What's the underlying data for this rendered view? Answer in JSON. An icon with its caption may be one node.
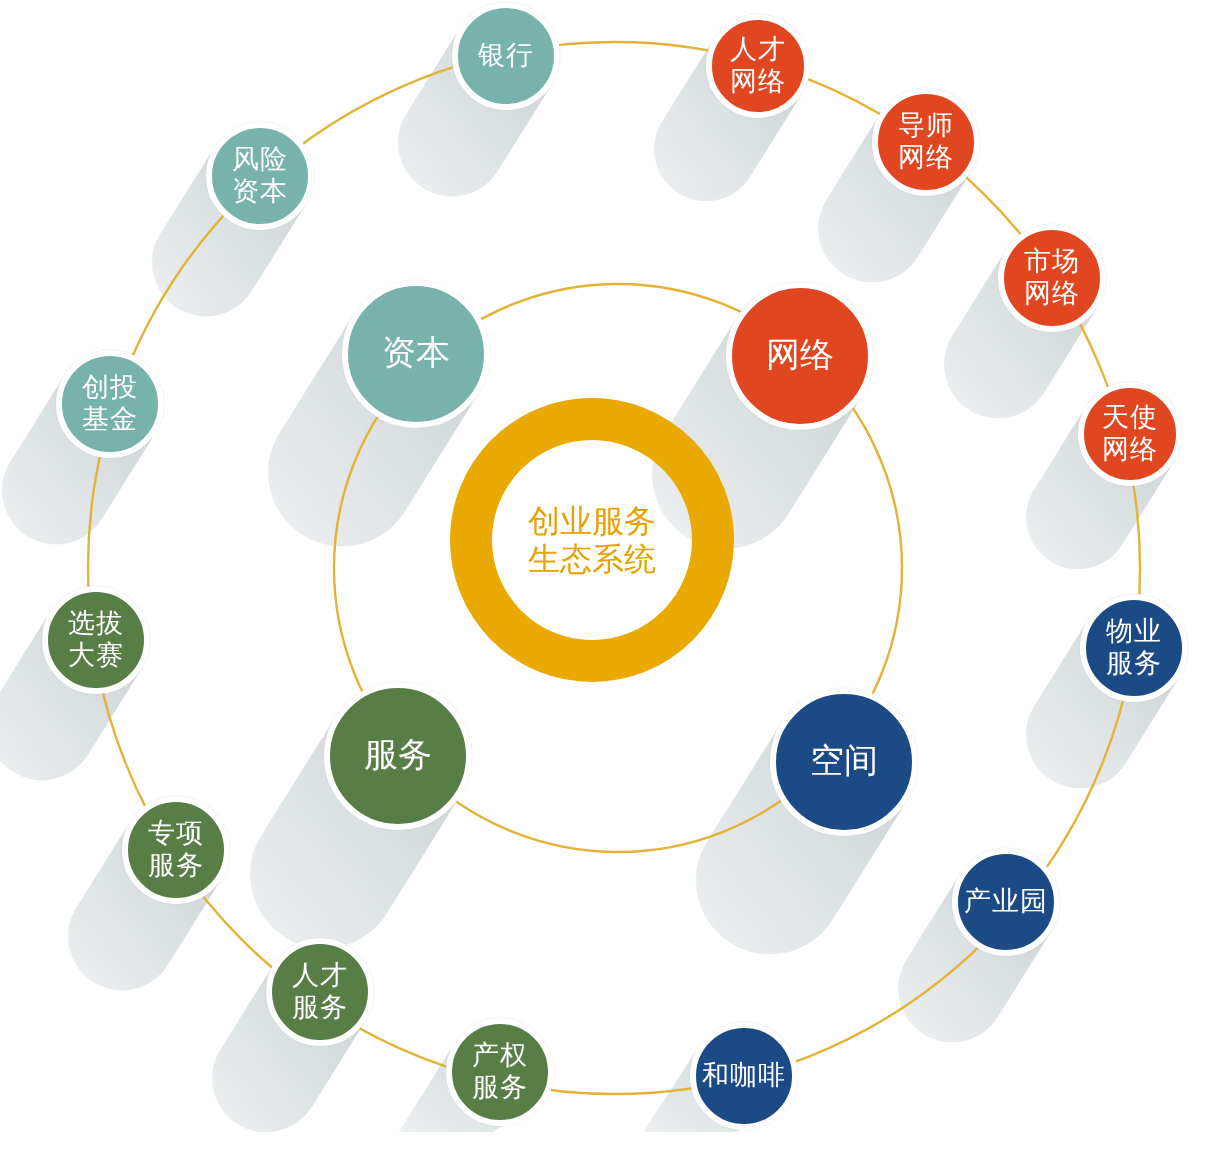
{
  "diagram": {
    "nodes": [
      {
        "text": [
          "创业服务生态系统"
        ]
      },
      {
        "text": [
          "资本"
        ]
      },
      {
        "text": [
          "网络"
        ]
      },
      {
        "text": [
          "服务"
        ]
      },
      {
        "text": [
          "空间"
        ]
      },
      {
        "text": [
          "银行"
        ]
      },
      {
        "text": [
          "人才网络"
        ]
      },
      {
        "text": [
          "导师网络"
        ]
      },
      {
        "text": [
          "市场网络"
        ]
      },
      {
        "text": [
          "天使网络"
        ]
      },
      {
        "text": [
          "物业服务"
        ]
      },
      {
        "text": [
          "产业园"
        ]
      },
      {
        "text": [
          "和咖啡"
        ]
      },
      {
        "text": [
          "产权服务"
        ]
      },
      {
        "text": [
          "人才服务"
        ]
      },
      {
        "text": [
          "专项服务"
        ]
      },
      {
        "text": [
          "选拔大赛"
        ]
      },
      {
        "text": [
          "创投基金"
        ]
      },
      {
        "text": [
          "风险资本"
        ]
      }
    ]
  }
}
